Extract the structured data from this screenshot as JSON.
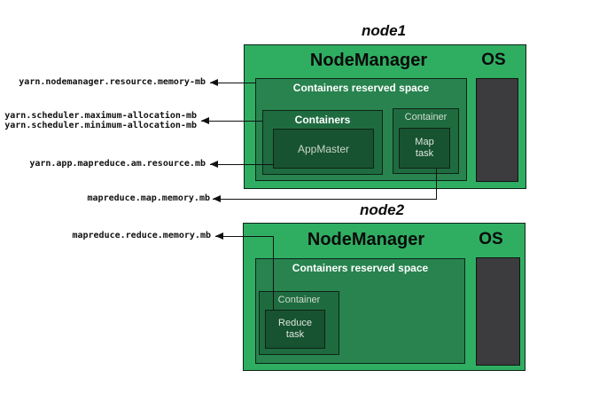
{
  "diagram": {
    "config_labels": [
      "yarn.nodemanager.resource.memory-mb",
      "yarn.scheduler.maximum-allocation-mb",
      "yarn.scheduler.minimum-allocation-mb",
      "yarn.app.mapreduce.am.resource.mb",
      "mapreduce.map.memory.mb",
      "mapreduce.reduce.memory.mb"
    ],
    "node1": {
      "title": "node1",
      "manager_label": "NodeManager",
      "os_label": "OS",
      "reserved_label": "Containers reserved space",
      "containers_label": "Containers",
      "appmaster_label": "AppMaster",
      "container_label": "Container",
      "task_line1": "Map",
      "task_line2": "task"
    },
    "node2": {
      "title": "node2",
      "manager_label": "NodeManager",
      "os_label": "OS",
      "reserved_label": "Containers reserved space",
      "container_label": "Container",
      "task_line1": "Reduce",
      "task_line2": "task"
    },
    "colors": {
      "outer_green": "#2fae62",
      "reserved_green": "#28834f",
      "container_green": "#1f6b40",
      "task_green": "#175231",
      "os_gray": "#3c3c3e",
      "line_black": "#111111"
    }
  }
}
